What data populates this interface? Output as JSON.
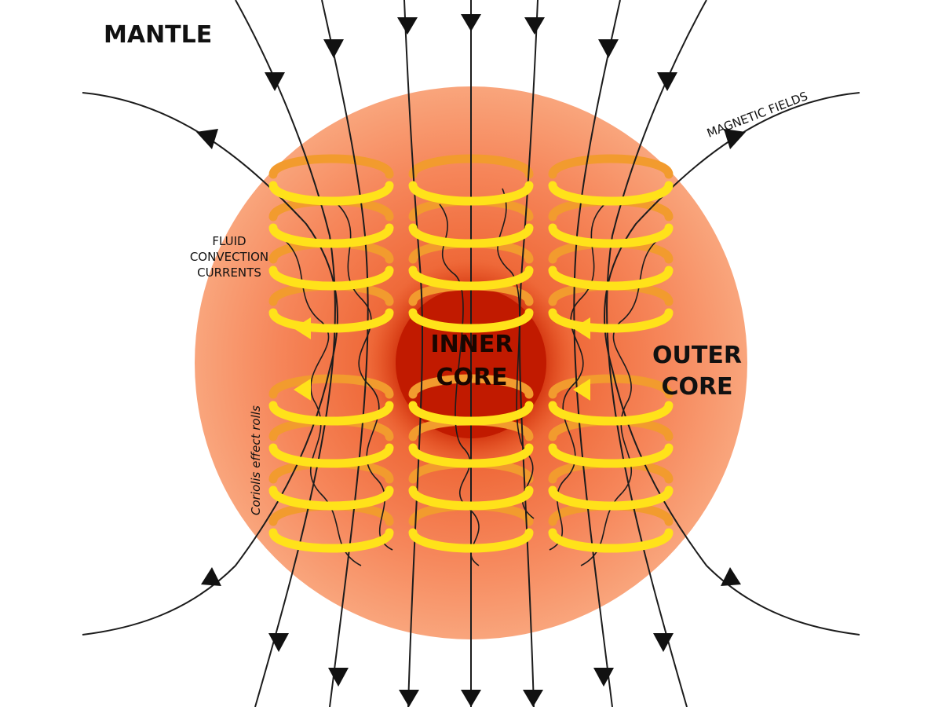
{
  "labels": {
    "mantle": "MANTLE",
    "magnetic_fields": "MAGNETIC FIELDS",
    "fluid_line1": "FLUID",
    "fluid_line2": "CONVECTION",
    "fluid_line3": "CURRENTS",
    "inner_line1": "INNER",
    "inner_line2": "CORE",
    "outer_line1": "OUTER",
    "outer_line2": "CORE",
    "coriolis": "Coriolis effect rolls"
  },
  "colors": {
    "outer_core_edge": "#f9a57c",
    "outer_core_mid": "#f6865a",
    "inner_core": "#c11a00",
    "coil_front": "#ffe21a",
    "coil_back": "#f29b2e",
    "field_lines": "#1c1c1c"
  }
}
